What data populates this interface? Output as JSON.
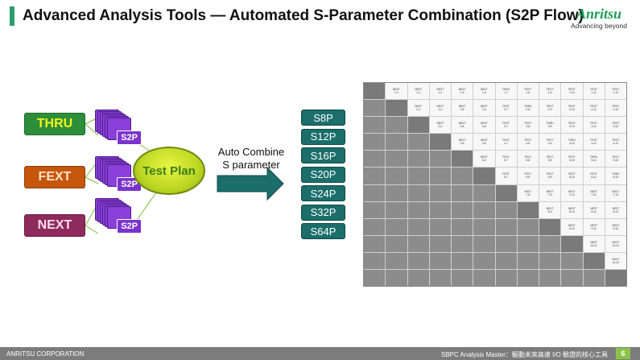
{
  "header": {
    "title": "Advanced Analysis Tools — Automated S-Parameter Combination (S2P Flow)",
    "logo_word": "Anritsu",
    "logo_tagline": "Advancing beyond"
  },
  "inputs": [
    {
      "key": "thru",
      "label": "THRU",
      "file": "S2P"
    },
    {
      "key": "fext",
      "label": "FEXT",
      "file": "S2P"
    },
    {
      "key": "next",
      "label": "NEXT",
      "file": "S2P"
    }
  ],
  "test_plan": {
    "label": "Test Plan"
  },
  "auto_combine": {
    "line1": "Auto Combine",
    "line2": "S parameter"
  },
  "outputs": [
    "S8P",
    "S12P",
    "S16P",
    "S20P",
    "S24P",
    "S32P",
    "S64P"
  ],
  "matrix": {
    "size": 12,
    "upper": [
      [
        "NEXT 1-2",
        "NEXT 1-3",
        "NEXT 1-4",
        "NEXT 1-5",
        "NEXT 1-6",
        "THRU 1-7",
        "FEXT 1-8",
        "FEXT 1-9",
        "FEXT 1-10",
        "FEXT 1-11",
        "FEXT 1-12"
      ],
      [
        "NEXT 2-3",
        "NEXT 2-4",
        "NEXT 2-5",
        "NEXT 2-6",
        "FEXT 2-7",
        "THRU 2-8",
        "FEXT 2-9",
        "FEXT 2-10",
        "FEXT 2-11",
        "FEXT 2-12"
      ],
      [
        "NEXT 3-4",
        "NEXT 3-5",
        "NEXT 3-6",
        "FEXT 3-7",
        "FEXT 3-8",
        "THRU 3-9",
        "FEXT 3-10",
        "FEXT 3-11",
        "FEXT 3-12"
      ],
      [
        "NEXT 4-5",
        "NEXT 4-6",
        "FEXT 4-7",
        "FEXT 4-8",
        "FEXT 4-9",
        "THRU 4-10",
        "FEXT 4-11",
        "FEXT 4-12"
      ],
      [
        "NEXT 5-6",
        "FEXT 5-7",
        "FEXT 5-8",
        "FEXT 5-9",
        "FEXT 5-10",
        "THRU 5-11",
        "FEXT 5-12"
      ],
      [
        "FEXT 6-7",
        "FEXT 6-8",
        "FEXT 6-9",
        "FEXT 6-10",
        "FEXT 6-11",
        "THRU 6-12"
      ],
      [
        "NEXT 7-8",
        "NEXT 7-9",
        "NEXT 7-10",
        "NEXT 7-11",
        "NEXT 7-12"
      ],
      [
        "NEXT 8-9",
        "NEXT 8-10",
        "NEXT 8-11",
        "NEXT 8-12"
      ],
      [
        "NEXT 9-10",
        "NEXT 9-11",
        "NEXT 9-12"
      ],
      [
        "NEXT 10-11",
        "NEXT 10-12"
      ],
      [
        "NEXT 11-12"
      ],
      []
    ]
  },
  "footer": {
    "corp": "ANRITSU CORPORATION",
    "subtitle": "SBPC Analysis Master：驅動未來高速 I/O 驗證的核心工具",
    "page": "6"
  },
  "colors": {
    "thru": "#2d8e3a",
    "fext": "#c5560c",
    "next": "#8e2a5c",
    "s2p": "#8a3fd8",
    "output": "#1b6e6a",
    "brand": "#1b9e55"
  },
  "icons": {
    "arrow": "right-arrow-icon",
    "logo": "anritsu-logo"
  }
}
